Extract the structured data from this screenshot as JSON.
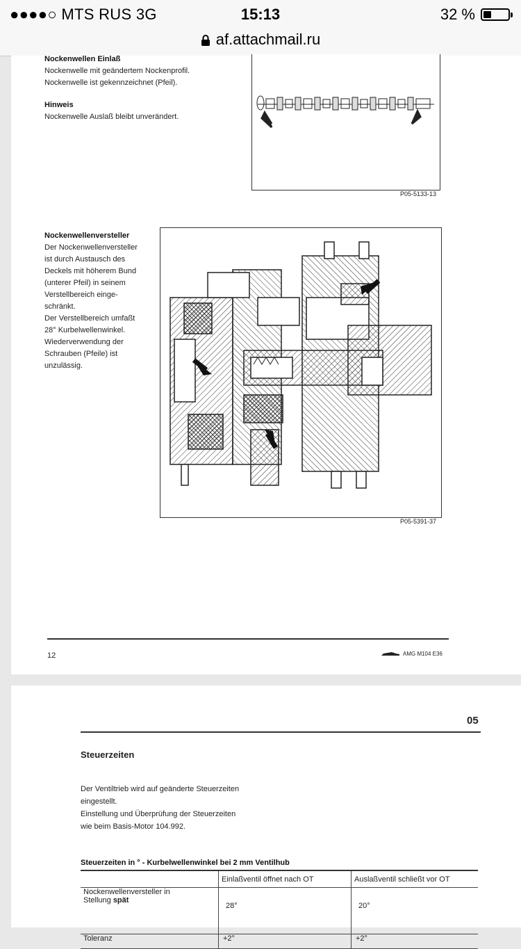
{
  "status_bar": {
    "carrier": "●●●●○ MTS RUS   3G",
    "time": "15:13",
    "battery_percent": "32 %",
    "battery_level": 0.32
  },
  "browser": {
    "url": "af.attachmail.ru",
    "lock_icon": "lock-icon"
  },
  "page1": {
    "section1": {
      "title": "Nockenwellen Einlaß",
      "line1": "Nockenwelle mit geändertem Nockenprofil.",
      "line2": "Nockenwelle ist gekennzeichnet (Pfeil).",
      "note_title": "Hinweis",
      "note_text": "Nockenwelle Auslaß bleibt unverändert.",
      "figure_caption": "P05-5133-13"
    },
    "section2": {
      "title": "Nockenwellenversteller",
      "lines": [
        "Der Nockenwellenversteller",
        "ist durch Austausch des",
        "Deckels mit höherem Bund",
        "(unterer Pfeil) in seinem",
        "Verstellbereich einge-",
        "schränkt.",
        "Der Verstellbereich umfaßt",
        "28° Kurbelwellenwinkel.",
        "Wiederverwendung der",
        "Schrauben (Pfeile) ist",
        "unzulässig."
      ],
      "figure_caption": "P05-5391-37"
    },
    "page_number": "12",
    "footer_text": "AMG M104 E36"
  },
  "page2": {
    "section_number": "05",
    "title": "Steuerzeiten",
    "paragraph": [
      "Der Ventiltrieb wird auf geänderte Steuerzeiten",
      "eingestellt.",
      "Einstellung und Überprüfung der Steuerzeiten",
      "wie beim Basis-Motor 104.992."
    ],
    "table_title": "Steuerzeiten in ° - Kurbelwellenwinkel bei 2 mm Ventilhub",
    "table": {
      "headers": [
        "",
        "Einlaßventil öffnet nach OT",
        "Auslaßventil schließt vor OT"
      ],
      "row1": {
        "label_line1": "Nockenwellenversteller in",
        "label_line2_prefix": "Stellung ",
        "label_line2_bold": "spät",
        "c1": "28°",
        "c2": "20°"
      },
      "row2": {
        "label": "Toleranz",
        "c1": "+2°",
        "c2": "+2°"
      }
    }
  }
}
